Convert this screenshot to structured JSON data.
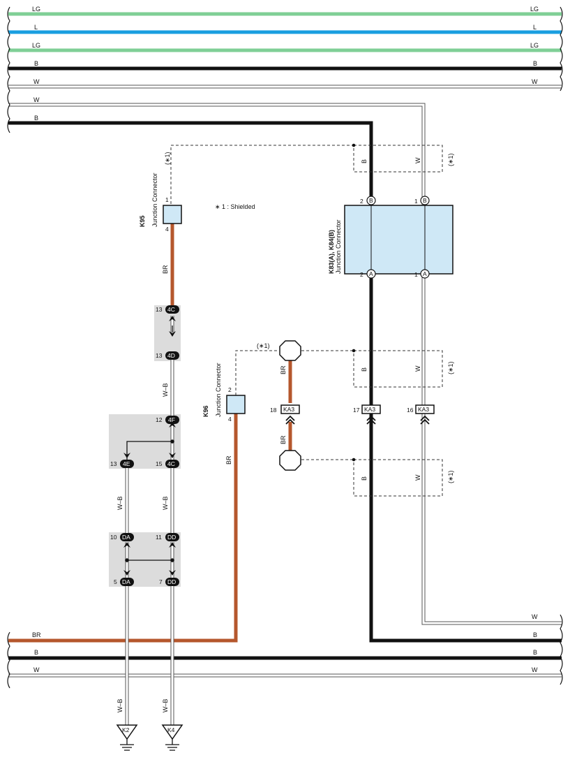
{
  "wire_labels": {
    "lg": "LG",
    "l": "L",
    "b": "B",
    "w": "W",
    "br": "BR",
    "wb": "W–B"
  },
  "shield_tag": "(∗1)",
  "shield_note": "∗ 1 : Shielded",
  "k95": {
    "id": "K95",
    "desc": "Junction Connector",
    "pin_top": "1",
    "pin_bottom": "4"
  },
  "k96": {
    "id": "K96",
    "desc": "Junction Connector",
    "pin_top": "2",
    "pin_bottom": "4"
  },
  "k83": {
    "id": "K83(A), K84(B)",
    "desc": "Junction Connector",
    "pins": [
      {
        "num": "2",
        "code": "B"
      },
      {
        "num": "1",
        "code": "B"
      },
      {
        "num": "2",
        "code": "A"
      },
      {
        "num": "1",
        "code": "A"
      }
    ]
  },
  "connectors": [
    {
      "num": "13",
      "code": "4C"
    },
    {
      "num": "13",
      "code": "4D"
    },
    {
      "num": "12",
      "code": "4F"
    },
    {
      "num": "13",
      "code": "4E"
    },
    {
      "num": "15",
      "code": "4C"
    },
    {
      "num": "10",
      "code": "DA"
    },
    {
      "num": "11",
      "code": "DD"
    },
    {
      "num": "5",
      "code": "DA"
    },
    {
      "num": "7",
      "code": "DD"
    }
  ],
  "ka3": [
    {
      "num": "18",
      "code": "KA3"
    },
    {
      "num": "17",
      "code": "KA3"
    },
    {
      "num": "16",
      "code": "KA3"
    }
  ],
  "grounds": [
    "K2",
    "K4"
  ],
  "colors": {
    "lg": "#7fcf96",
    "l": "#1a9ee0",
    "b": "#111111",
    "br": "#b5572d",
    "splice": "#dddddd",
    "box": "#cfe8f6"
  }
}
